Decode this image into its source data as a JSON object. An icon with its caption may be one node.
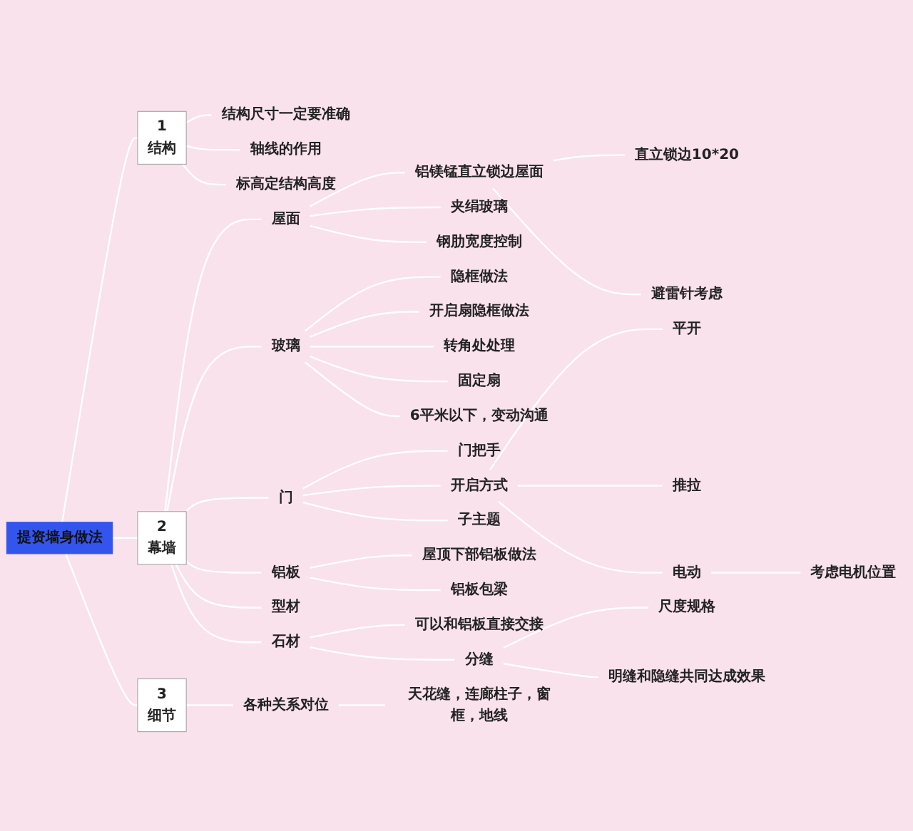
{
  "diagram": {
    "nodes": [
      {
        "text": [
          "提资墙身做法"
        ]
      },
      {
        "text": [
          "1",
          "结构"
        ]
      },
      {
        "text": [
          "结构尺寸一定要准确"
        ]
      },
      {
        "text": [
          "轴线的作用"
        ]
      },
      {
        "text": [
          "标高定结构高度"
        ]
      },
      {
        "text": [
          "2",
          "幕墙"
        ]
      },
      {
        "text": [
          "屋面"
        ]
      },
      {
        "text": [
          "铝镁锰直立锁边屋面"
        ]
      },
      {
        "text": [
          "直立锁边10*20"
        ]
      },
      {
        "text": [
          "避雷针考虑"
        ]
      },
      {
        "text": [
          "夹绢玻璃"
        ]
      },
      {
        "text": [
          "钢肋宽度控制"
        ]
      },
      {
        "text": [
          "玻璃"
        ]
      },
      {
        "text": [
          "隐框做法"
        ]
      },
      {
        "text": [
          "开启扇隐框做法"
        ]
      },
      {
        "text": [
          "转角处处理"
        ]
      },
      {
        "text": [
          "固定扇"
        ]
      },
      {
        "text": [
          "6平米以下，变动沟通"
        ]
      },
      {
        "text": [
          "门"
        ]
      },
      {
        "text": [
          "门把手"
        ]
      },
      {
        "text": [
          "开启方式"
        ]
      },
      {
        "text": [
          "平开"
        ]
      },
      {
        "text": [
          "推拉"
        ]
      },
      {
        "text": [
          "电动"
        ]
      },
      {
        "text": [
          "考虑电机位置"
        ]
      },
      {
        "text": [
          "子主题"
        ]
      },
      {
        "text": [
          "铝板"
        ]
      },
      {
        "text": [
          "屋顶下部铝板做法"
        ]
      },
      {
        "text": [
          "铝板包梁"
        ]
      },
      {
        "text": [
          "型材"
        ]
      },
      {
        "text": [
          "石材"
        ]
      },
      {
        "text": [
          "可以和铝板直接交接"
        ]
      },
      {
        "text": [
          "分缝"
        ]
      },
      {
        "text": [
          "尺度规格"
        ]
      },
      {
        "text": [
          "明缝和隐缝共同达成效果"
        ]
      },
      {
        "text": [
          "3",
          "细节"
        ]
      },
      {
        "text": [
          "各种关系对位"
        ]
      },
      {
        "text": [
          "天花缝，连廊柱子，窗框，地线"
        ]
      }
    ],
    "edges": [
      {
        "from": 0,
        "to": 1,
        "arrow": "none"
      },
      {
        "from": 1,
        "to": 2,
        "arrow": "none"
      },
      {
        "from": 1,
        "to": 3,
        "arrow": "none"
      },
      {
        "from": 1,
        "to": 4,
        "arrow": "none"
      },
      {
        "from": 0,
        "to": 5,
        "arrow": "none"
      },
      {
        "from": 5,
        "to": 6,
        "arrow": "none"
      },
      {
        "from": 6,
        "to": 7,
        "arrow": "none"
      },
      {
        "from": 7,
        "to": 8,
        "arrow": "none"
      },
      {
        "from": 7,
        "to": 9,
        "arrow": "none"
      },
      {
        "from": 6,
        "to": 10,
        "arrow": "none"
      },
      {
        "from": 6,
        "to": 11,
        "arrow": "none"
      },
      {
        "from": 5,
        "to": 12,
        "arrow": "none"
      },
      {
        "from": 12,
        "to": 13,
        "arrow": "none"
      },
      {
        "from": 12,
        "to": 14,
        "arrow": "none"
      },
      {
        "from": 12,
        "to": 15,
        "arrow": "none"
      },
      {
        "from": 12,
        "to": 16,
        "arrow": "none"
      },
      {
        "from": 12,
        "to": 17,
        "arrow": "none"
      },
      {
        "from": 5,
        "to": 18,
        "arrow": "none"
      },
      {
        "from": 18,
        "to": 19,
        "arrow": "none"
      },
      {
        "from": 18,
        "to": 20,
        "arrow": "none"
      },
      {
        "from": 20,
        "to": 21,
        "arrow": "none"
      },
      {
        "from": 20,
        "to": 22,
        "arrow": "none"
      },
      {
        "from": 20,
        "to": 23,
        "arrow": "none"
      },
      {
        "from": 23,
        "to": 24,
        "arrow": "none"
      },
      {
        "from": 18,
        "to": 25,
        "arrow": "none"
      },
      {
        "from": 5,
        "to": 26,
        "arrow": "none"
      },
      {
        "from": 26,
        "to": 27,
        "arrow": "none"
      },
      {
        "from": 26,
        "to": 28,
        "arrow": "none"
      },
      {
        "from": 5,
        "to": 29,
        "arrow": "none"
      },
      {
        "from": 5,
        "to": 30,
        "arrow": "none"
      },
      {
        "from": 30,
        "to": 31,
        "arrow": "none"
      },
      {
        "from": 30,
        "to": 32,
        "arrow": "none"
      },
      {
        "from": 32,
        "to": 33,
        "arrow": "none"
      },
      {
        "from": 32,
        "to": 34,
        "arrow": "none"
      },
      {
        "from": 0,
        "to": 35,
        "arrow": "none"
      },
      {
        "from": 35,
        "to": 36,
        "arrow": "none"
      },
      {
        "from": 36,
        "to": 37,
        "arrow": "none"
      }
    ]
  }
}
